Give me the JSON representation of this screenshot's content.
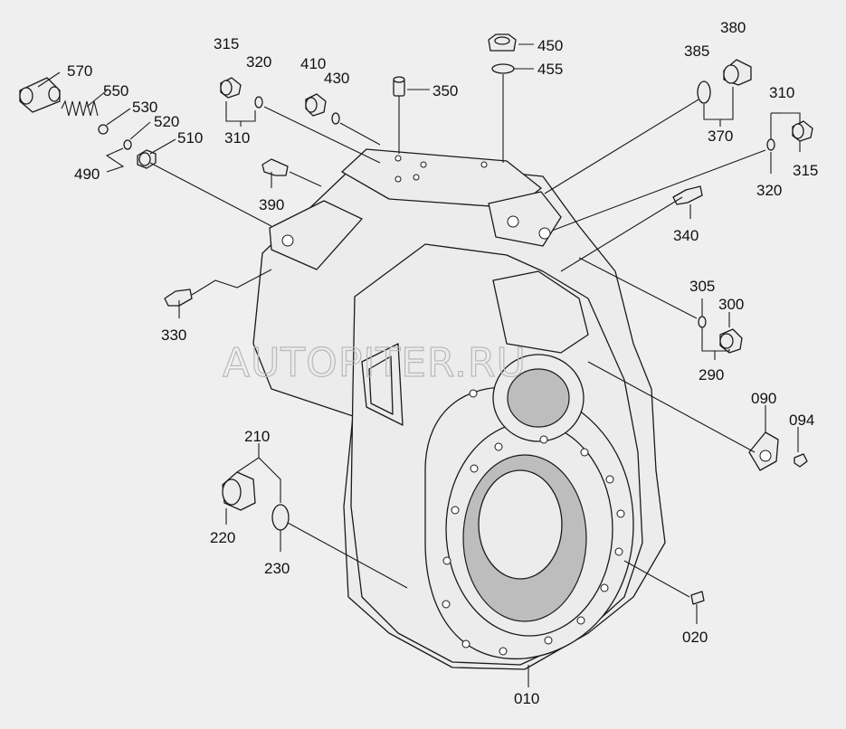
{
  "watermark": "AUTOPITER.RU",
  "parts": {
    "p010": "010",
    "p020": "020",
    "p090": "090",
    "p094": "094",
    "p210": "210",
    "p220": "220",
    "p230": "230",
    "p290": "290",
    "p300": "300",
    "p305": "305",
    "p310a": "310",
    "p310b": "310",
    "p315a": "315",
    "p315b": "315",
    "p320a": "320",
    "p320b": "320",
    "p330": "330",
    "p340": "340",
    "p350": "350",
    "p370": "370",
    "p380": "380",
    "p385": "385",
    "p390": "390",
    "p410": "410",
    "p430": "430",
    "p450": "450",
    "p455": "455",
    "p490": "490",
    "p510": "510",
    "p520": "520",
    "p530": "530",
    "p550": "550",
    "p570": "570"
  }
}
